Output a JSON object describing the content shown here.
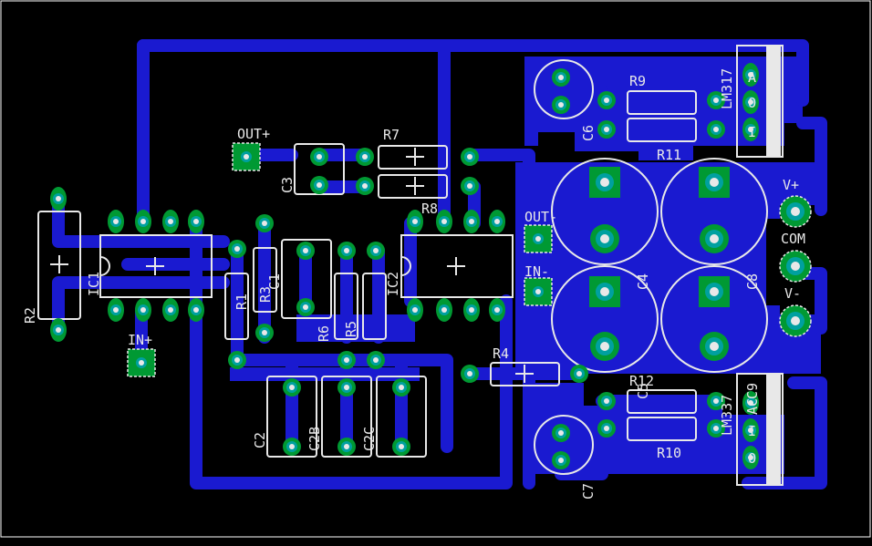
{
  "colors": {
    "background": "#000000",
    "copper": "#1a1ad0",
    "pad": "#009933",
    "drill": "#00a0a0",
    "silkscreen": "#e8e8e8",
    "outline": "#ffffff"
  },
  "labels": {
    "r2": "R2",
    "ic1": "IC1",
    "in_plus": "IN+",
    "out_plus": "OUT+",
    "c3": "C3",
    "r7": "R7",
    "r8": "R8",
    "r1": "R1",
    "r3": "R3",
    "c1": "C1",
    "r6": "R6",
    "r5": "R5",
    "ic2": "IC2",
    "c2": "C2",
    "c2b": "C2B",
    "c2c": "C2C",
    "out_minus": "OUT-",
    "in_minus": "IN-",
    "r4": "R4",
    "c4": "C4",
    "c5": "C5",
    "c8": "C8",
    "c9": "C9",
    "c6": "C6",
    "c7": "C7",
    "r9": "R9",
    "r10": "R10",
    "r11": "R11",
    "r12": "R12",
    "lm317": "LM317",
    "lm337": "LM337",
    "v_plus": "V+",
    "com": "COM",
    "v_minus": "V-",
    "ac": "AC",
    "pin_i_top": "I",
    "pin_o_top": "O",
    "pin_a_top": "A",
    "pin_a_bot": "A",
    "pin_i_bot": "I",
    "pin_o_bot": "O"
  }
}
